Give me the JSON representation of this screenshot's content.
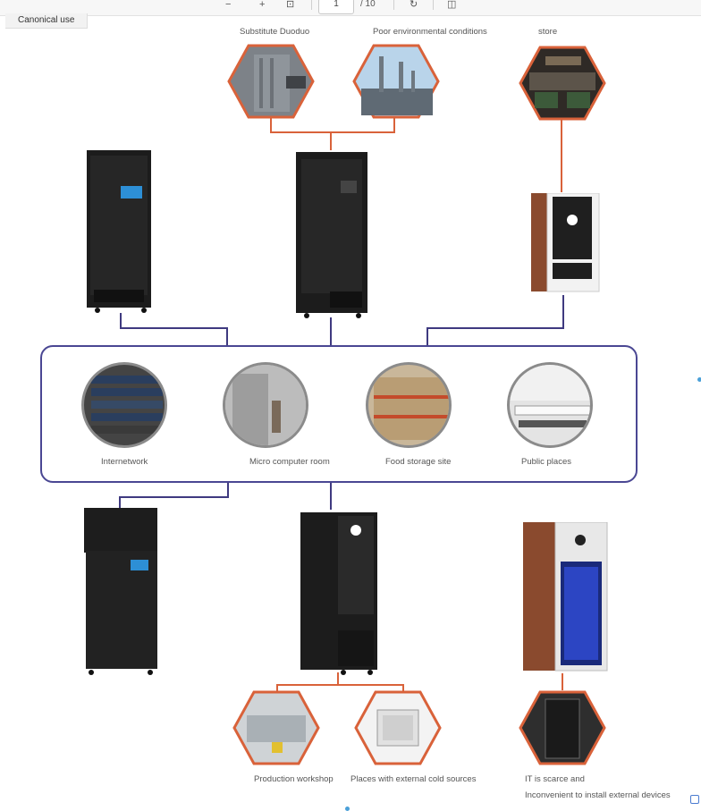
{
  "toolbar": {
    "page_current": "1",
    "page_total": "/ 10"
  },
  "tab": {
    "label": "Canonical use"
  },
  "top_labels": {
    "substitute": "Substitute Duoduo",
    "poor_env": "Poor environmental conditions",
    "store": "store"
  },
  "middle_labels": {
    "internetwork": "Internetwork",
    "micro_room": "Micro computer room",
    "food_storage": "Food storage site",
    "public_places": "Public places"
  },
  "bottom_labels": {
    "production": "Production workshop",
    "external_cold": "Places with external cold sources",
    "it_scarce": "IT is scarce and",
    "inconvenient": "Inconvenient to install external devices"
  },
  "colors": {
    "hex_border": "#d9623a",
    "frame_border": "#4a4793",
    "wire_top": "#d9623a",
    "wire_mid": "#3f3a80",
    "cabinet": "#1c1c1c"
  }
}
